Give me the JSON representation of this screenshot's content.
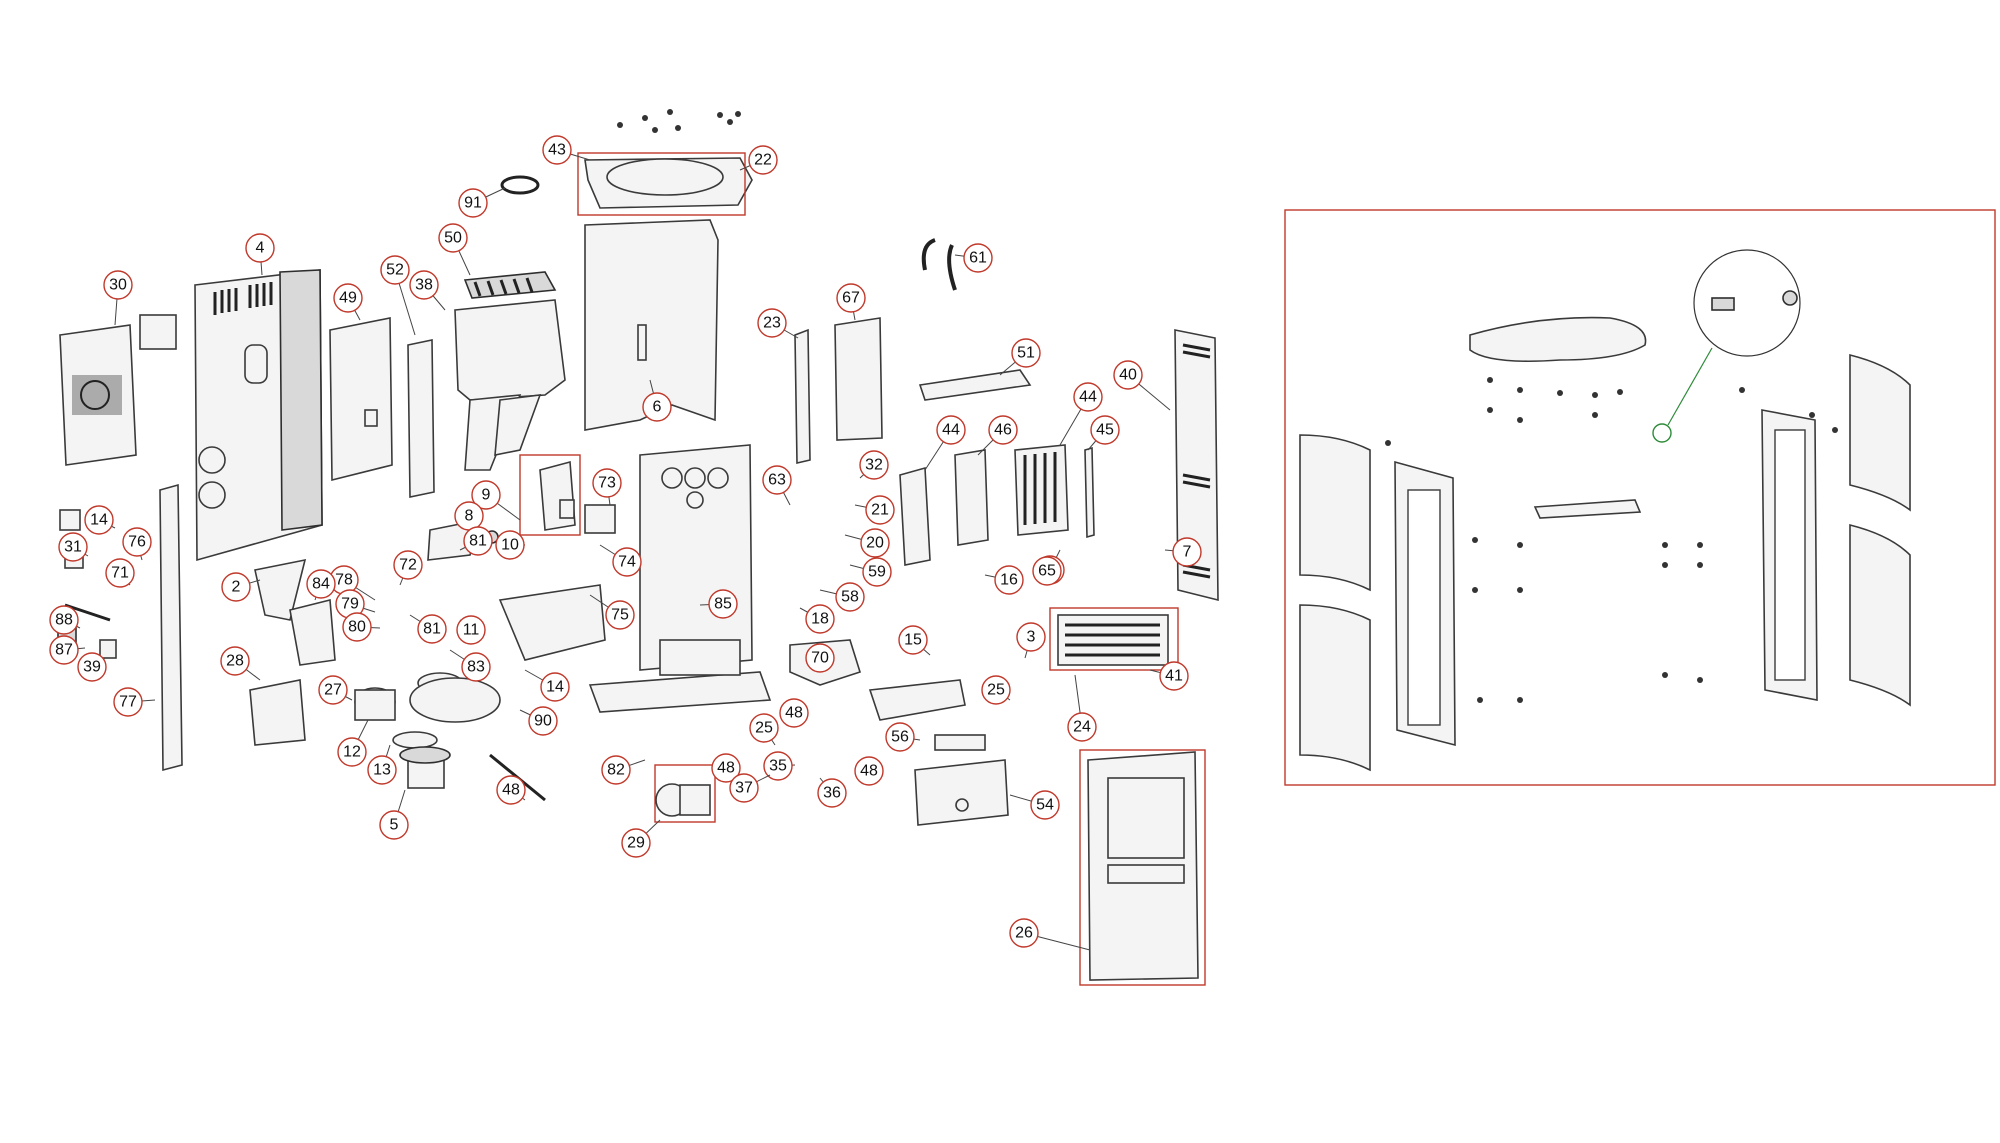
{
  "diagram": {
    "callouts": [
      "43",
      "22",
      "91",
      "50",
      "4",
      "52",
      "38",
      "30",
      "49",
      "6",
      "23",
      "67",
      "61",
      "51",
      "44",
      "46",
      "44",
      "45",
      "40",
      "63",
      "32",
      "21",
      "20",
      "59",
      "16",
      "15",
      "3",
      "24",
      "25",
      "41",
      "70",
      "7",
      "9",
      "8",
      "10",
      "73",
      "74",
      "81",
      "72",
      "75",
      "78",
      "79",
      "80",
      "81",
      "11",
      "83",
      "84",
      "2",
      "14",
      "85",
      "76",
      "14",
      "31",
      "71",
      "88",
      "87",
      "39",
      "77",
      "28",
      "27",
      "12",
      "13",
      "5",
      "90",
      "48",
      "82",
      "25",
      "48",
      "48",
      "35",
      "37",
      "36",
      "48",
      "29",
      "56",
      "54",
      "26",
      "18",
      "58",
      "44",
      "65"
    ],
    "accent_color": "#c0392b",
    "detail_lead_color": "#2e8b3a"
  }
}
